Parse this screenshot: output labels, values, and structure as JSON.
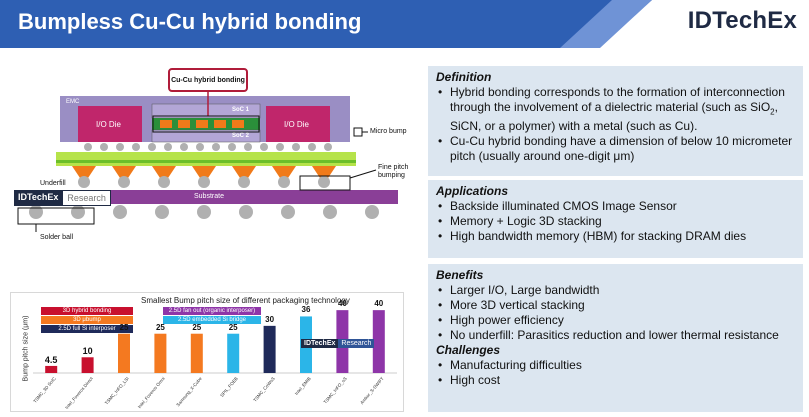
{
  "header": {
    "title": "Bumpless Cu-Cu hybrid bonding",
    "logo": "IDTechEx"
  },
  "diagram": {
    "callout": "Cu-Cu hybrid bonding",
    "labels": {
      "emc": "EMC",
      "io_die_left": "I/O Die",
      "io_die_right": "I/O Die",
      "soc1": "SoC 1",
      "soc2": "SoC 2",
      "micro_bump": "Micro bump",
      "fine_pitch_line1": "Fine pitch",
      "fine_pitch_line2": "bumping",
      "underfill": "Underfill",
      "substrate": "Substrate",
      "solder_ball": "Solder ball"
    },
    "watermark": {
      "brand": "IDTechEx",
      "suffix": "Research"
    },
    "colors": {
      "emc": "#9a8ec4",
      "die": "#c0266b",
      "soc": "#9a8ec4",
      "interposer": "#b6e34a",
      "bump": "#f07a1a",
      "substrate": "#8a3f97",
      "ball": "#b0b0b0"
    }
  },
  "chart_data": {
    "type": "bar",
    "title": "Smallest Bump pitch size of different packaging technology",
    "ylabel": "Bump pitch size (μm)",
    "categories": [
      "TSMC_3D SoIC",
      "Intel_Foveros Direct",
      "TSMC_InFO_LSI",
      "Intel_Foveros Omni",
      "Samsung_X-Cube",
      "SPIL_FOEB",
      "TSMC_CoWoS",
      "Intel_EMIB",
      "TSMC_InFO_oS",
      "Amkor_S-SWIFT"
    ],
    "values": [
      4.5,
      10,
      25,
      25,
      25,
      25,
      30,
      36,
      40,
      40
    ],
    "value_labels": [
      "4.5",
      "10",
      "25",
      "25",
      "25",
      "25",
      "30",
      "36",
      "40",
      "40"
    ],
    "bar_colors": [
      "#c8102e",
      "#c8102e",
      "#f47920",
      "#f47920",
      "#f47920",
      "#2bb5e8",
      "#1f2a5a",
      "#2bb5e8",
      "#8e35a8",
      "#8e35a8"
    ],
    "ylim": [
      0,
      42
    ],
    "legend": [
      {
        "label": "3D hybrid bonding",
        "color": "#c8102e"
      },
      {
        "label": "3D μbump",
        "color": "#f47920"
      },
      {
        "label": "2.5D full Si interposer",
        "color": "#1f2a5a"
      },
      {
        "label": "2.5D fan out (organic interposer)",
        "color": "#8e35a8"
      },
      {
        "label": "2.5D embedded Si bridge",
        "color": "#2bb5e8"
      }
    ],
    "watermark": {
      "brand": "IDTechEx",
      "suffix": "Research"
    }
  },
  "panels": {
    "definition": {
      "title": "Definition",
      "item1_a": "Hybrid bonding corresponds to the formation of interconnection through the involvement of a dielectric material (such as SiO",
      "item1_sub": "2",
      "item1_b": ", SiCN, or a polymer) with a metal (such as Cu).",
      "item2": "Cu-Cu hybrid bonding have a dimension of below 10 micrometer pitch (usually around one-digit μm)"
    },
    "applications": {
      "title": "Applications",
      "items": [
        "Backside illuminated CMOS Image Sensor",
        "Memory + Logic 3D stacking",
        "High bandwidth memory (HBM) for stacking DRAM dies"
      ]
    },
    "benefits": {
      "title": "Benefits",
      "items": [
        "Larger I/O, Large bandwidth",
        "More 3D vertical stacking",
        "High power efficiency",
        "No underfill: Parasitics reduction and lower thermal resistance"
      ]
    },
    "challenges": {
      "title": "Challenges",
      "items": [
        "Manufacturing difficulties",
        "High cost"
      ]
    }
  }
}
